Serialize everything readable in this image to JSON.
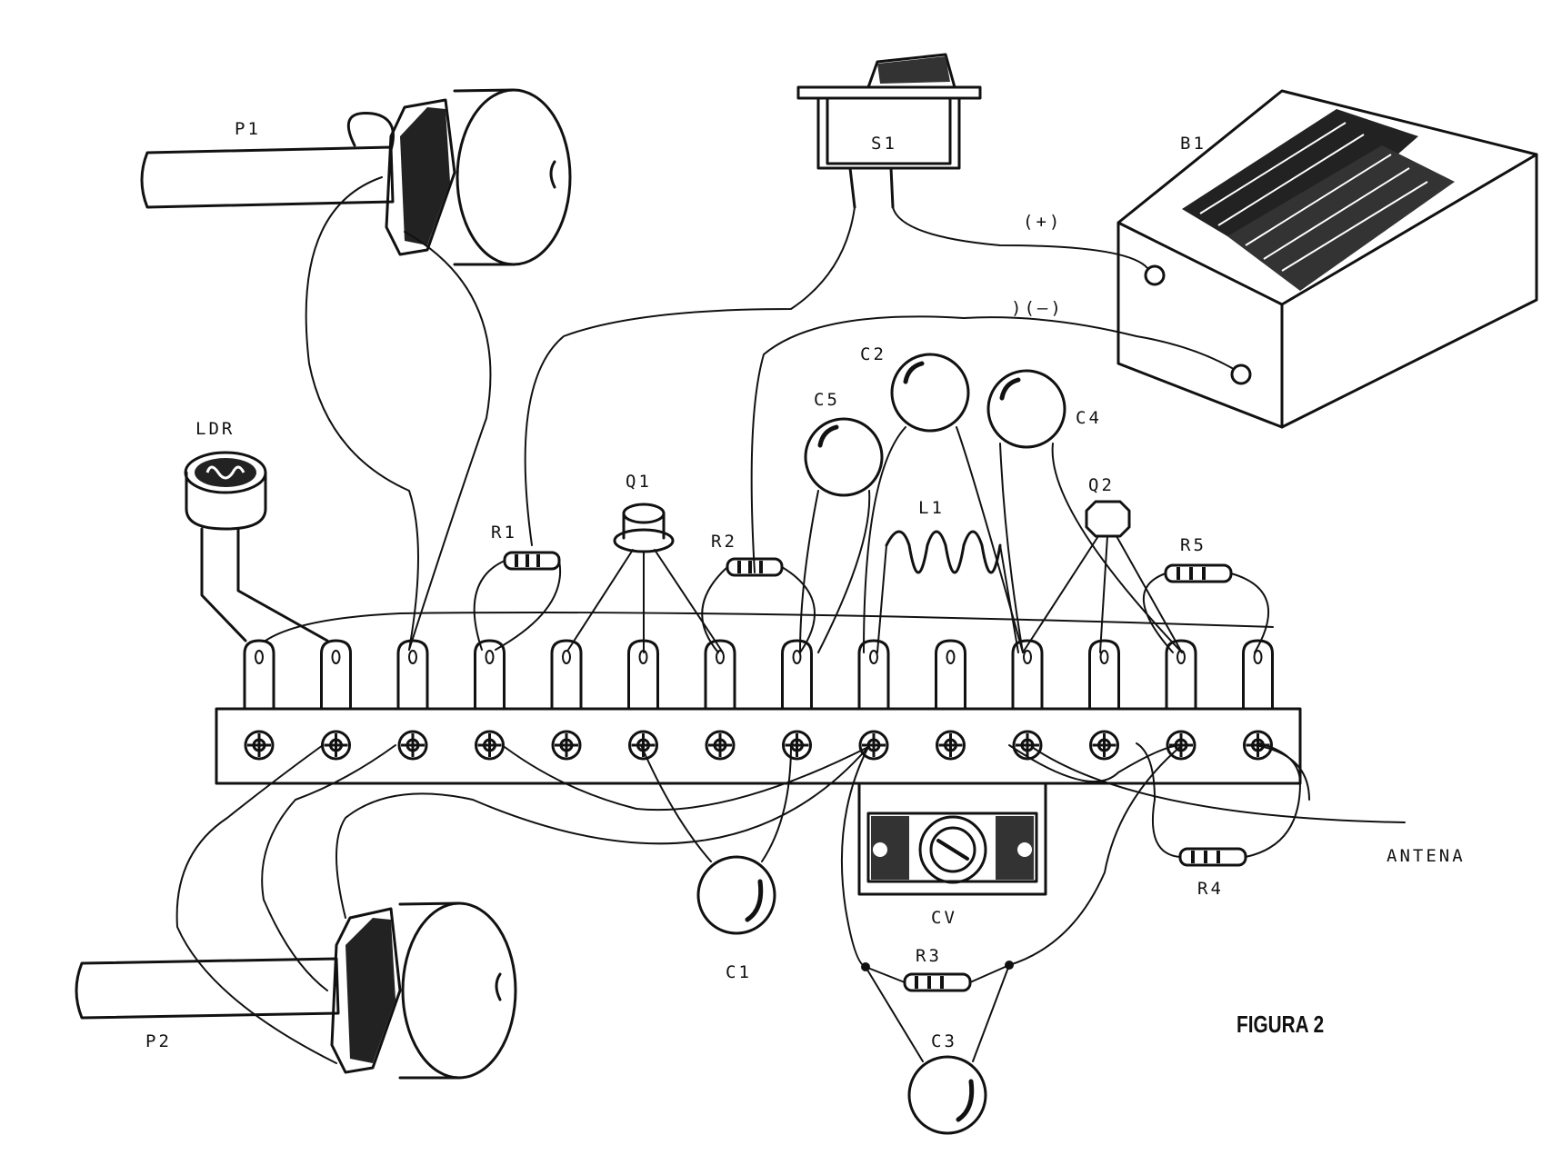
{
  "figure_caption": "FIGURA 2",
  "labels": {
    "P1": "P1",
    "P2": "P2",
    "S1": "S1",
    "B1": "B1",
    "plus": "(+)",
    "minus": ")(–)",
    "LDR": "LDR",
    "Q1": "Q1",
    "Q2": "Q2",
    "R1": "R1",
    "R2": "R2",
    "R3": "R3",
    "R4": "R4",
    "R5": "R5",
    "C1": "C1",
    "C2": "C2",
    "C3": "C3",
    "C4": "C4",
    "C5": "C5",
    "L1": "L1",
    "CV": "CV",
    "ANTENA": "ANTENA"
  },
  "terminal_strip": {
    "lug_count": 14
  },
  "colors": {
    "ink": "#111111",
    "paper": "#ffffff"
  }
}
